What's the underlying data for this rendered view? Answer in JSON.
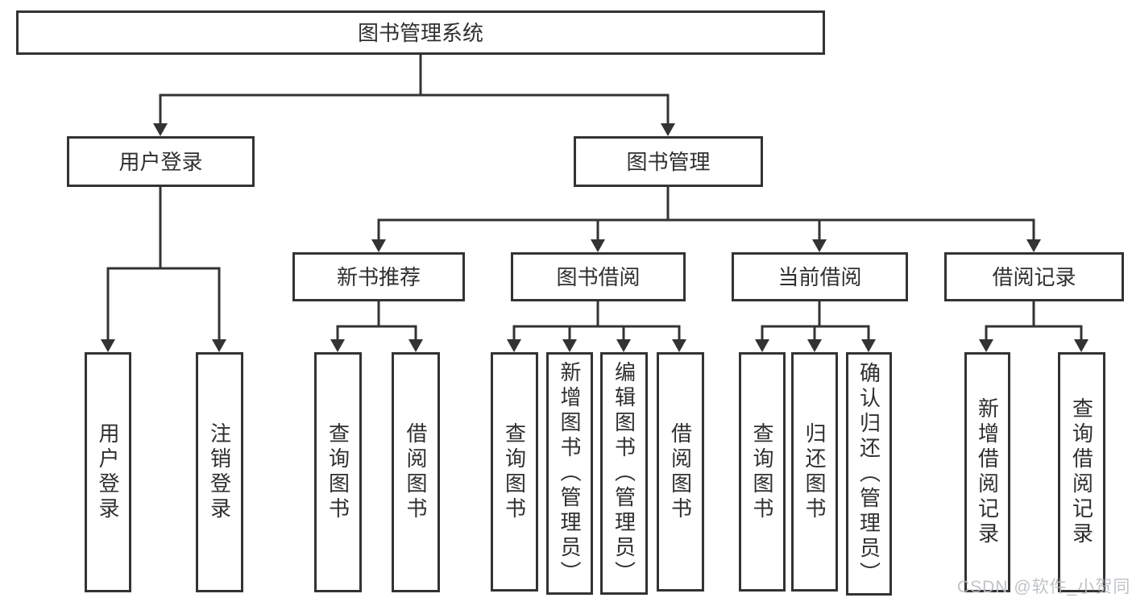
{
  "tree": {
    "label": "图书管理系统",
    "children": [
      {
        "label": "用户登录",
        "children": [
          {
            "label": "用户登录"
          },
          {
            "label": "注销登录"
          }
        ]
      },
      {
        "label": "图书管理",
        "children": [
          {
            "label": "新书推荐",
            "children": [
              {
                "label": "查询图书"
              },
              {
                "label": "借阅图书"
              }
            ]
          },
          {
            "label": "图书借阅",
            "children": [
              {
                "label": "查询图书"
              },
              {
                "label": "新增图书（管理员）"
              },
              {
                "label": "编辑图书（管理员）"
              },
              {
                "label": "借阅图书"
              }
            ]
          },
          {
            "label": "当前借阅",
            "children": [
              {
                "label": "查询图书"
              },
              {
                "label": "归还图书"
              },
              {
                "label": "确认归还（管理员）"
              }
            ]
          },
          {
            "label": "借阅记录",
            "children": [
              {
                "label": "新增借阅记录"
              },
              {
                "label": "查询借阅记录"
              }
            ]
          }
        ]
      }
    ]
  },
  "watermark": {
    "text": "CSDN @软件_小贺同学"
  },
  "colors": {
    "line": "#333333",
    "text": "#2f2f2f",
    "box_background": "#ffffff",
    "watermark": "#b9bdc1"
  }
}
